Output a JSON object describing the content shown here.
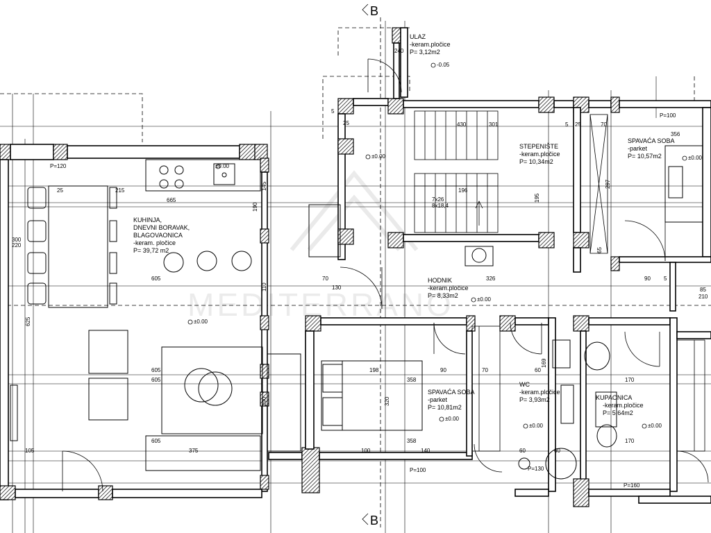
{
  "sections": {
    "top": "B",
    "bottom": "B"
  },
  "watermark": "MEDITERRANO",
  "rooms": {
    "ulaz": {
      "name": "ULAZ",
      "finish": "-keram.pločice",
      "area": "P= 3,12m2"
    },
    "stepeniste": {
      "name": "STEPENIŠTE",
      "finish": "-keram.pločice",
      "area": "P= 10,34m2"
    },
    "spavaca1": {
      "name": "SPAVAĆA SOBA",
      "finish": "-parket",
      "area": "P= 10,57m2"
    },
    "kuhinja": {
      "name1": "KUHINJA,",
      "name2": "DNEVNI BORAVAK,",
      "name3": "BLAGOVAONICA",
      "finish": "-keram. pločice",
      "area": "P= 39,72 m2"
    },
    "hodnik": {
      "name": "HODNIK",
      "finish": "-keram.pločice",
      "area": "P= 8,33m2"
    },
    "spavaca2": {
      "name": "SPAVAĆA SOBA",
      "finish": "-parket",
      "area": "P= 10,81m2"
    },
    "wc": {
      "name": "WC",
      "finish": "-keram.pločice",
      "area": "P= 3,93m2"
    },
    "kupaonica": {
      "name": "KUPAONICA",
      "finish": "-keram.pločice",
      "area": "P= 5,64m2"
    }
  },
  "levels": {
    "ulaz": "-0.05",
    "a": "±0.00",
    "b": "±0.00",
    "c": "±0.00",
    "d": "±0.00",
    "e": "±0.00",
    "f": "±0.00",
    "g": "±0.00",
    "h": "±0.00"
  },
  "parapets": {
    "p120": "P=120",
    "p100a": "P=100",
    "p100b": "P=100",
    "p130": "P=130",
    "p160": "P=160"
  },
  "stair": {
    "steps": "7x26",
    "risers": "8x18,4"
  },
  "dims": {
    "d240": "240",
    "d25a": "25",
    "d430": "430",
    "d301": "301",
    "d25b": "25",
    "d356": "356",
    "d70a": "70",
    "d5a": "5",
    "d5b": "5",
    "d25c": "25",
    "d215": "215",
    "d665": "665",
    "d196": "196",
    "d605a": "605",
    "d70b": "70",
    "d130": "130",
    "d326": "326",
    "d90a": "90",
    "d5c": "5",
    "d605b": "605",
    "d605c": "605",
    "d198": "198",
    "d358a": "358",
    "d90b": "90",
    "d70c": "70",
    "d60a": "60",
    "d170a": "170",
    "d605d": "605",
    "d358b": "358",
    "d170b": "170",
    "d105": "105",
    "d375": "375",
    "d100": "100",
    "d140": "140",
    "d60b": "60",
    "d60c": "60",
    "d85": "85",
    "d210": "210",
    "d300": "300",
    "d220": "220",
    "d625": "625",
    "d145": "145",
    "d190": "190",
    "d110": "110",
    "d290": "290",
    "d320": "320",
    "d297": "297",
    "d195": "195",
    "d65": "65",
    "d169": "169"
  }
}
